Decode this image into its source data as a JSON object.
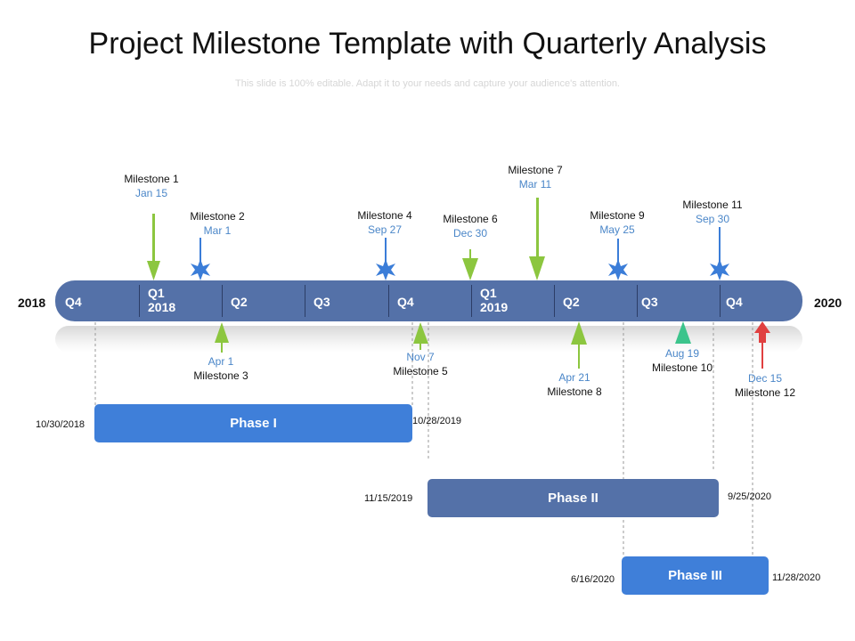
{
  "title": "Project Milestone Template with Quarterly Analysis",
  "subtitle": "This slide is 100% editable. Adapt it to your needs and capture your audience's attention.",
  "colors": {
    "bar": "#5471a8",
    "green": "#8cc63f",
    "star": "#3b7dd8",
    "teal": "#3cc48c",
    "red": "#e04040",
    "date_text": "#4a86c8",
    "phase1": "#3f7fd9",
    "phase2": "#5471a8",
    "phase3": "#3f7fd9"
  },
  "timeline": {
    "start_year": "2018",
    "end_year": "2020",
    "segments": [
      {
        "label": "Q4"
      },
      {
        "label": "Q1\n2018"
      },
      {
        "label": "Q2"
      },
      {
        "label": "Q3"
      },
      {
        "label": "Q4"
      },
      {
        "label": "Q1\n2019"
      },
      {
        "label": "Q2"
      },
      {
        "label": "Q3"
      },
      {
        "label": "Q4"
      }
    ]
  },
  "milestones": {
    "m1": {
      "name": "Milestone 1",
      "date": "Jan 15",
      "marker": "green-arrow-down"
    },
    "m2": {
      "name": "Milestone 2",
      "date": "Mar 1",
      "marker": "blue-star"
    },
    "m3": {
      "name": "Milestone 3",
      "date": "Apr 1",
      "marker": "green-arrow-up"
    },
    "m4": {
      "name": "Milestone 4",
      "date": "Sep 27",
      "marker": "blue-star"
    },
    "m5": {
      "name": "Milestone 5",
      "date": "Nov 7",
      "marker": "green-arrow-up"
    },
    "m6": {
      "name": "Milestone 6",
      "date": "Dec 30",
      "marker": "green-arrow-down"
    },
    "m7": {
      "name": "Milestone 7",
      "date": "Mar 11",
      "marker": "green-arrow-down"
    },
    "m8": {
      "name": "Milestone 8",
      "date": "Apr 21",
      "marker": "green-arrow-up"
    },
    "m9": {
      "name": "Milestone 9",
      "date": "May 25",
      "marker": "blue-star"
    },
    "m10": {
      "name": "Milestone 10",
      "date": "Aug 19",
      "marker": "teal-arrow-up"
    },
    "m11": {
      "name": "Milestone 11",
      "date": "Sep 30",
      "marker": "blue-star"
    },
    "m12": {
      "name": "Milestone 12",
      "date": "Dec 15",
      "marker": "red-arrow-up"
    }
  },
  "phases": {
    "p1": {
      "label": "Phase I",
      "start": "10/30/2018",
      "end": "10/28/2019"
    },
    "p2": {
      "label": "Phase II",
      "start": "11/15/2019",
      "end": "9/25/2020"
    },
    "p3": {
      "label": "Phase III",
      "start": "6/16/2020",
      "end": "11/28/2020"
    }
  }
}
